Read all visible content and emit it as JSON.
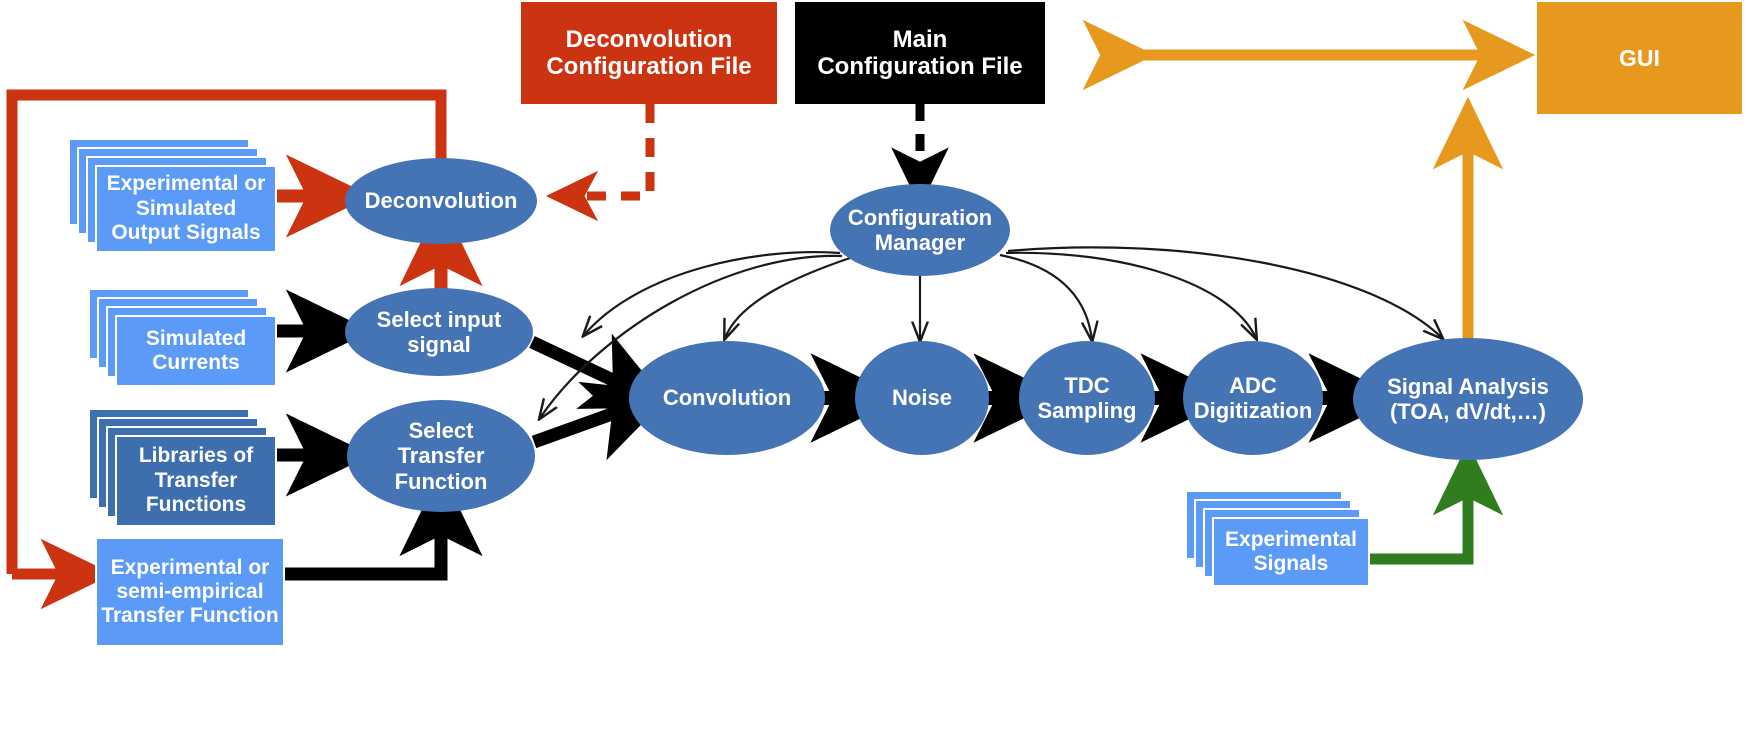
{
  "diagram": {
    "title": "Signal simulation and analysis framework block diagram",
    "colors": {
      "red": "#CC3311",
      "black": "#000000",
      "orange": "#E7991F",
      "light_blue": "#5B9BF7",
      "dark_blue_doc": "#3D6FAE",
      "ellipse_blue": "#4574B5",
      "green": "#2F7D1E",
      "arrow_black": "#000000",
      "background": "#FFFFFF"
    },
    "config_files": {
      "deconvolution_config": "Deconvolution\nConfiguration File",
      "deconvolution_config_line1": "Deconvolution",
      "deconvolution_config_line2": "Configuration File",
      "main_config_line1": "Main",
      "main_config_line2": "Configuration File",
      "gui": "GUI"
    },
    "inputs": [
      {
        "id": "experimental-or-simulated-output-signals",
        "line1": "Experimental or",
        "line2": "Simulated",
        "line3": "Output Signals",
        "style": "light-stack",
        "sheets": 3
      },
      {
        "id": "simulated-currents",
        "line1": "Simulated",
        "line2": "Currents",
        "style": "light-stack",
        "sheets": 3
      },
      {
        "id": "libraries-of-transfer-functions",
        "line1": "Libraries of",
        "line2": "Transfer",
        "line3": "Functions",
        "style": "dark-stack",
        "sheets": 3
      },
      {
        "id": "experimental-or-semi-empirical-transfer-function",
        "line1": "Experimental or",
        "line2": "semi-empirical",
        "line3": "Transfer Function",
        "style": "light-box",
        "sheets": 0
      },
      {
        "id": "experimental-signals",
        "line1": "Experimental",
        "line2": "Signals",
        "style": "light-stack",
        "sheets": 3
      }
    ],
    "processes": [
      {
        "id": "deconvolution",
        "line1": "Deconvolution",
        "line2": ""
      },
      {
        "id": "select-input-signal",
        "line1": "Select input",
        "line2": "signal"
      },
      {
        "id": "select-transfer-function",
        "line1": "Select",
        "line2": "Transfer",
        "line3": "Function"
      },
      {
        "id": "configuration-manager",
        "line1": "Configuration",
        "line2": "Manager"
      },
      {
        "id": "convolution",
        "line1": "Convolution",
        "line2": ""
      },
      {
        "id": "noise",
        "line1": "Noise",
        "line2": ""
      },
      {
        "id": "tdc-sampling",
        "line1": "TDC",
        "line2": "Sampling"
      },
      {
        "id": "adc-digitization",
        "line1": "ADC",
        "line2": "Digitization"
      },
      {
        "id": "signal-analysis",
        "line1": "Signal Analysis",
        "line2": "(TOA, dV/dt,…)"
      }
    ],
    "pipeline_order": [
      "Convolution",
      "Noise",
      "TDC Sampling",
      "ADC Digitization",
      "Signal Analysis (TOA, dV/dt,…)"
    ]
  }
}
